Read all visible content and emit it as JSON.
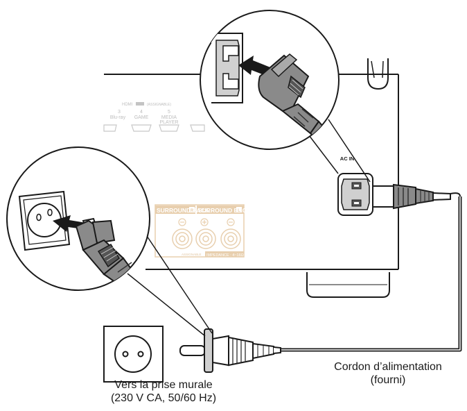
{
  "labels": {
    "wall_outlet_line1": "Vers la prise murale",
    "wall_outlet_line2": "(230 V CA, 50/60 Hz)",
    "power_cord_line1": "Cordon d’alimentation",
    "power_cord_line2": "(fourni)"
  },
  "panel": {
    "ac_in": "AC IN",
    "hdmi": "HDMI",
    "hdmi_assignable": "(ASSIGNABLE)",
    "input_3_num": "3",
    "input_3_name": "Blu-ray",
    "input_4_num": "4",
    "input_4_name": "GAME",
    "input_5_num": "5",
    "input_5_name_line1": "MEDIA",
    "input_5_name_line2": "PLAYER",
    "surround_back": "SURROUND BACK",
    "surround_back_l": "L",
    "surround_back_r": "R",
    "assignable": "ASSIGNABLE",
    "impedance": "IMPEDANCE : 4~16Ω"
  },
  "colors": {
    "line": "#1a1a1a",
    "panel_text": "#bdbdbd",
    "speaker_accent": "#e8cfae",
    "connector_fill": "#8a8a8a",
    "connector_dark": "#555555",
    "inlet_fill": "#d0d0d0"
  }
}
